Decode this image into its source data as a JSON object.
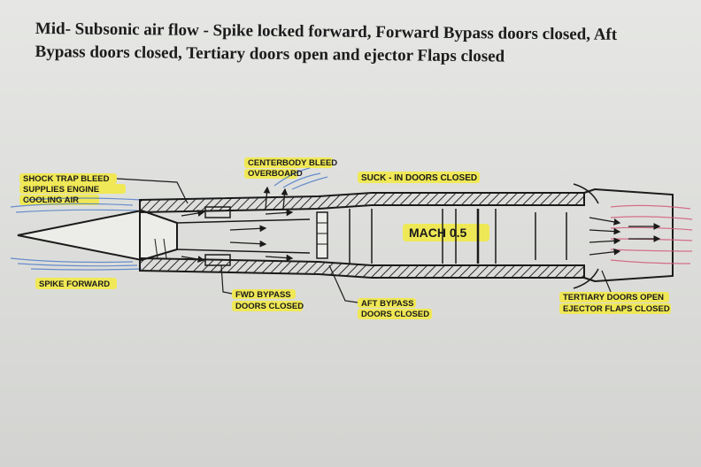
{
  "title": "Mid- Subsonic air flow - Spike locked forward, Forward Bypass doors closed, Aft Bypass doors closed, Tertiary doors open and ejector Flaps closed",
  "labels": {
    "shock_trap_1": "SHOCK TRAP BLEED",
    "shock_trap_2": "SUPPLIES ENGINE",
    "shock_trap_3": "COOLING AIR",
    "centerbody_1": "CENTERBODY BLEED",
    "centerbody_2": "OVERBOARD",
    "suck_in": "SUCK - IN DOORS CLOSED",
    "mach": "MACH 0.5",
    "spike": "SPIKE FORWARD",
    "fwd_bypass_1": "FWD BYPASS",
    "fwd_bypass_2": "DOORS CLOSED",
    "aft_bypass_1": "AFT BYPASS",
    "aft_bypass_2": "DOORS CLOSED",
    "tertiary_1": "TERTIARY DOORS OPEN",
    "tertiary_2": "EJECTOR FLAPS CLOSED"
  },
  "colors": {
    "highlight": "#f3ea3f",
    "airflow_blue": "#4a78c8",
    "exhaust_pink": "#d25a7a",
    "ink": "#1a1a1a"
  }
}
